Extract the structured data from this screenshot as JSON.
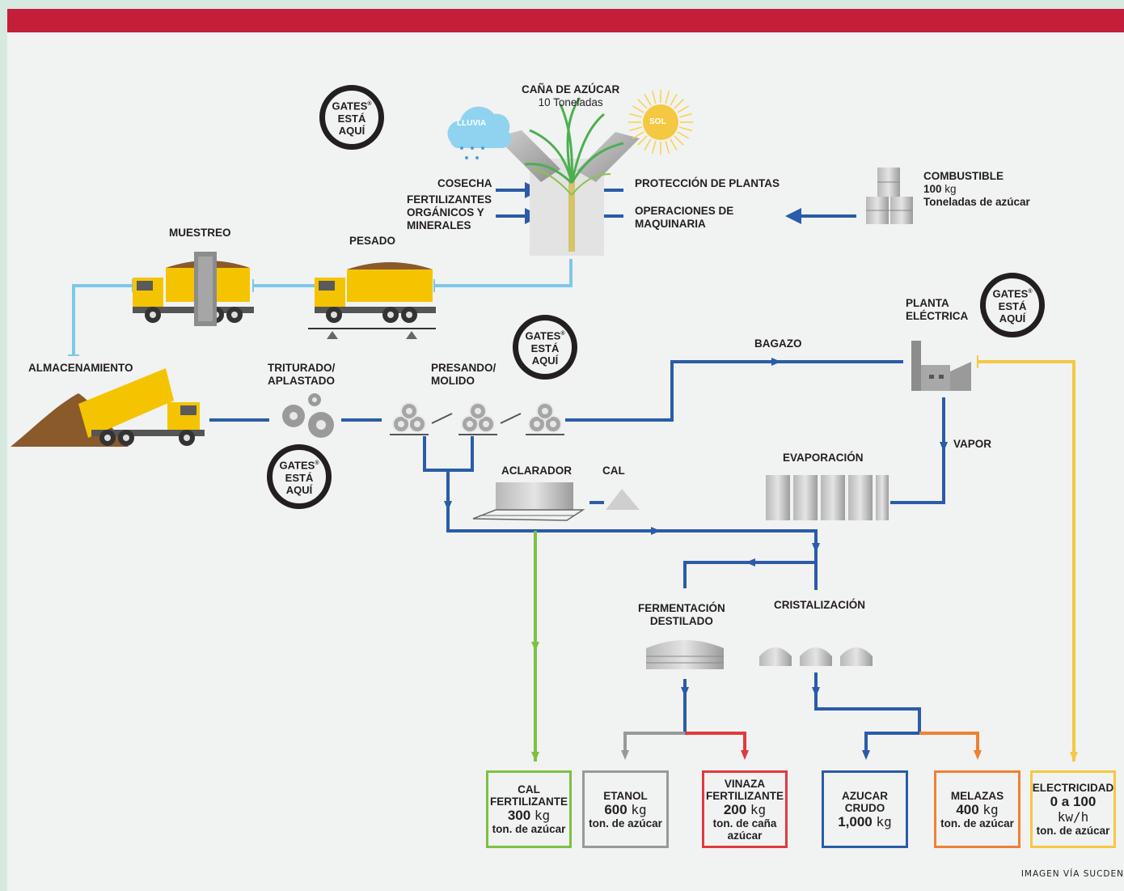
{
  "colors": {
    "header": "#c41e3a",
    "flow_blue": "#2a5ca8",
    "flow_light_blue": "#7ec8e8",
    "green": "#7cc242",
    "gray": "#999999",
    "red": "#e03a3e",
    "orange": "#ef8133",
    "yellow": "#f5c842",
    "dark_blue": "#2a5ca8"
  },
  "badge": {
    "line1": "GATES",
    "reg": "®",
    "line2": "ESTÁ",
    "line3": "AQUÍ"
  },
  "sugarcane": {
    "title": "CAÑA DE AZÚCAR",
    "amount": "10 Toneladas",
    "rain_label": "LLUVIA",
    "sun_label": "SOL"
  },
  "inputs": {
    "harvest": "COSECHA",
    "fertilizers": [
      "FERTILIZANTES",
      "ORGÁNICOS Y",
      "MINERALES"
    ],
    "plant_protection": "PROTECCIÓN DE PLANTAS",
    "machinery": [
      "OPERACIONES DE",
      "MAQUINARIA"
    ]
  },
  "fuel": {
    "title": "COMBUSTIBLE",
    "amount": "100",
    "unit": "kg",
    "per": "Toneladas de azúcar"
  },
  "stages": {
    "sampling": "MUESTREO",
    "weighing": "PESADO",
    "storage": "ALMACENAMIENTO",
    "crushing": [
      "TRITURADO/",
      "APLASTADO"
    ],
    "pressing": [
      "PRESANDO/",
      "MOLIDO"
    ],
    "clarifier": "ACLARADOR",
    "lime": "CAL",
    "bagasse": "BAGAZO",
    "power_plant": [
      "PLANTA",
      "ELÉCTRICA"
    ],
    "steam": "VAPOR",
    "evaporation": "EVAPORACIÓN",
    "fermentation": [
      "FERMENTACIÓN",
      "DESTILADO"
    ],
    "crystallization": "CRISTALIZACIÓN"
  },
  "outputs": [
    {
      "lines": [
        "CAL",
        "FERTILIZANTE"
      ],
      "value": "300",
      "unit": "kg",
      "per": [
        "ton. de azúcar"
      ],
      "color": "#7cc242"
    },
    {
      "lines": [
        "ETANOL"
      ],
      "value": "600",
      "unit": "kg",
      "per": [
        "ton. de azúcar"
      ],
      "color": "#999999"
    },
    {
      "lines": [
        "VINAZA",
        "FERTILIZANTE"
      ],
      "value": "200",
      "unit": "kg",
      "per": [
        "ton. de caña",
        "azúcar"
      ],
      "color": "#e03a3e"
    },
    {
      "lines": [
        "AZUCAR",
        "CRUDO"
      ],
      "value": "1,000",
      "unit": "kg",
      "per": [],
      "color": "#2a5ca8"
    },
    {
      "lines": [
        "MELAZAS"
      ],
      "value": "400",
      "unit": "kg",
      "per": [
        "ton. de azúcar"
      ],
      "color": "#ef8133"
    },
    {
      "lines": [
        "ELECTRICIDAD"
      ],
      "value": "0 a 100",
      "unit": "kw/h",
      "per": [
        "ton. de azúcar"
      ],
      "color": "#f5c842"
    }
  ],
  "credit": "IMAGEN VÍA SUCDEN"
}
